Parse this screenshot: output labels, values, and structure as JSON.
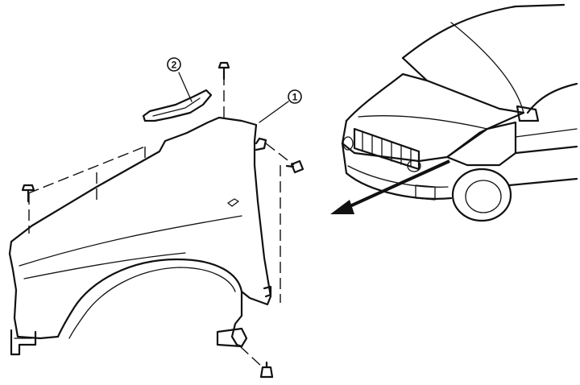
{
  "callouts": [
    {
      "id": "fender",
      "label": "1"
    },
    {
      "id": "bracket",
      "label": "2"
    }
  ],
  "colors": {
    "stroke": "#111111",
    "background": "#ffffff"
  }
}
